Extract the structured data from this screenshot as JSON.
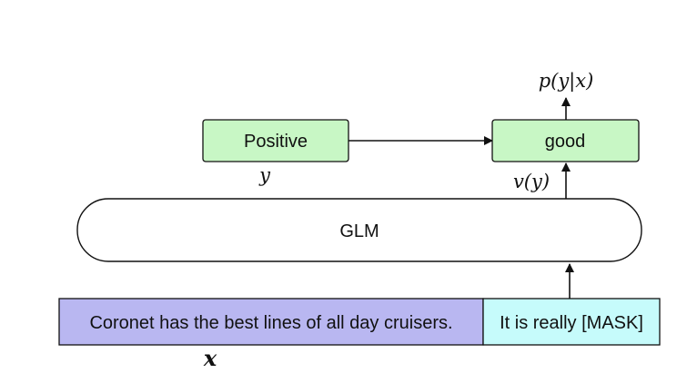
{
  "colors": {
    "label_box_fill": "#c8f7c5",
    "input_fill": "#b9b7f1",
    "template_fill": "#c6fbfb",
    "stroke": "#111111"
  },
  "nodes": {
    "positive": "Positive",
    "good": "good",
    "glm": "GLM",
    "input_text": "Coronet has the best lines of all day cruisers.",
    "template_text": "It is really [MASK]"
  },
  "math": {
    "y": "y",
    "x": "x",
    "v_y": "v(y)",
    "p_y_given_x": "p(y|x)"
  }
}
